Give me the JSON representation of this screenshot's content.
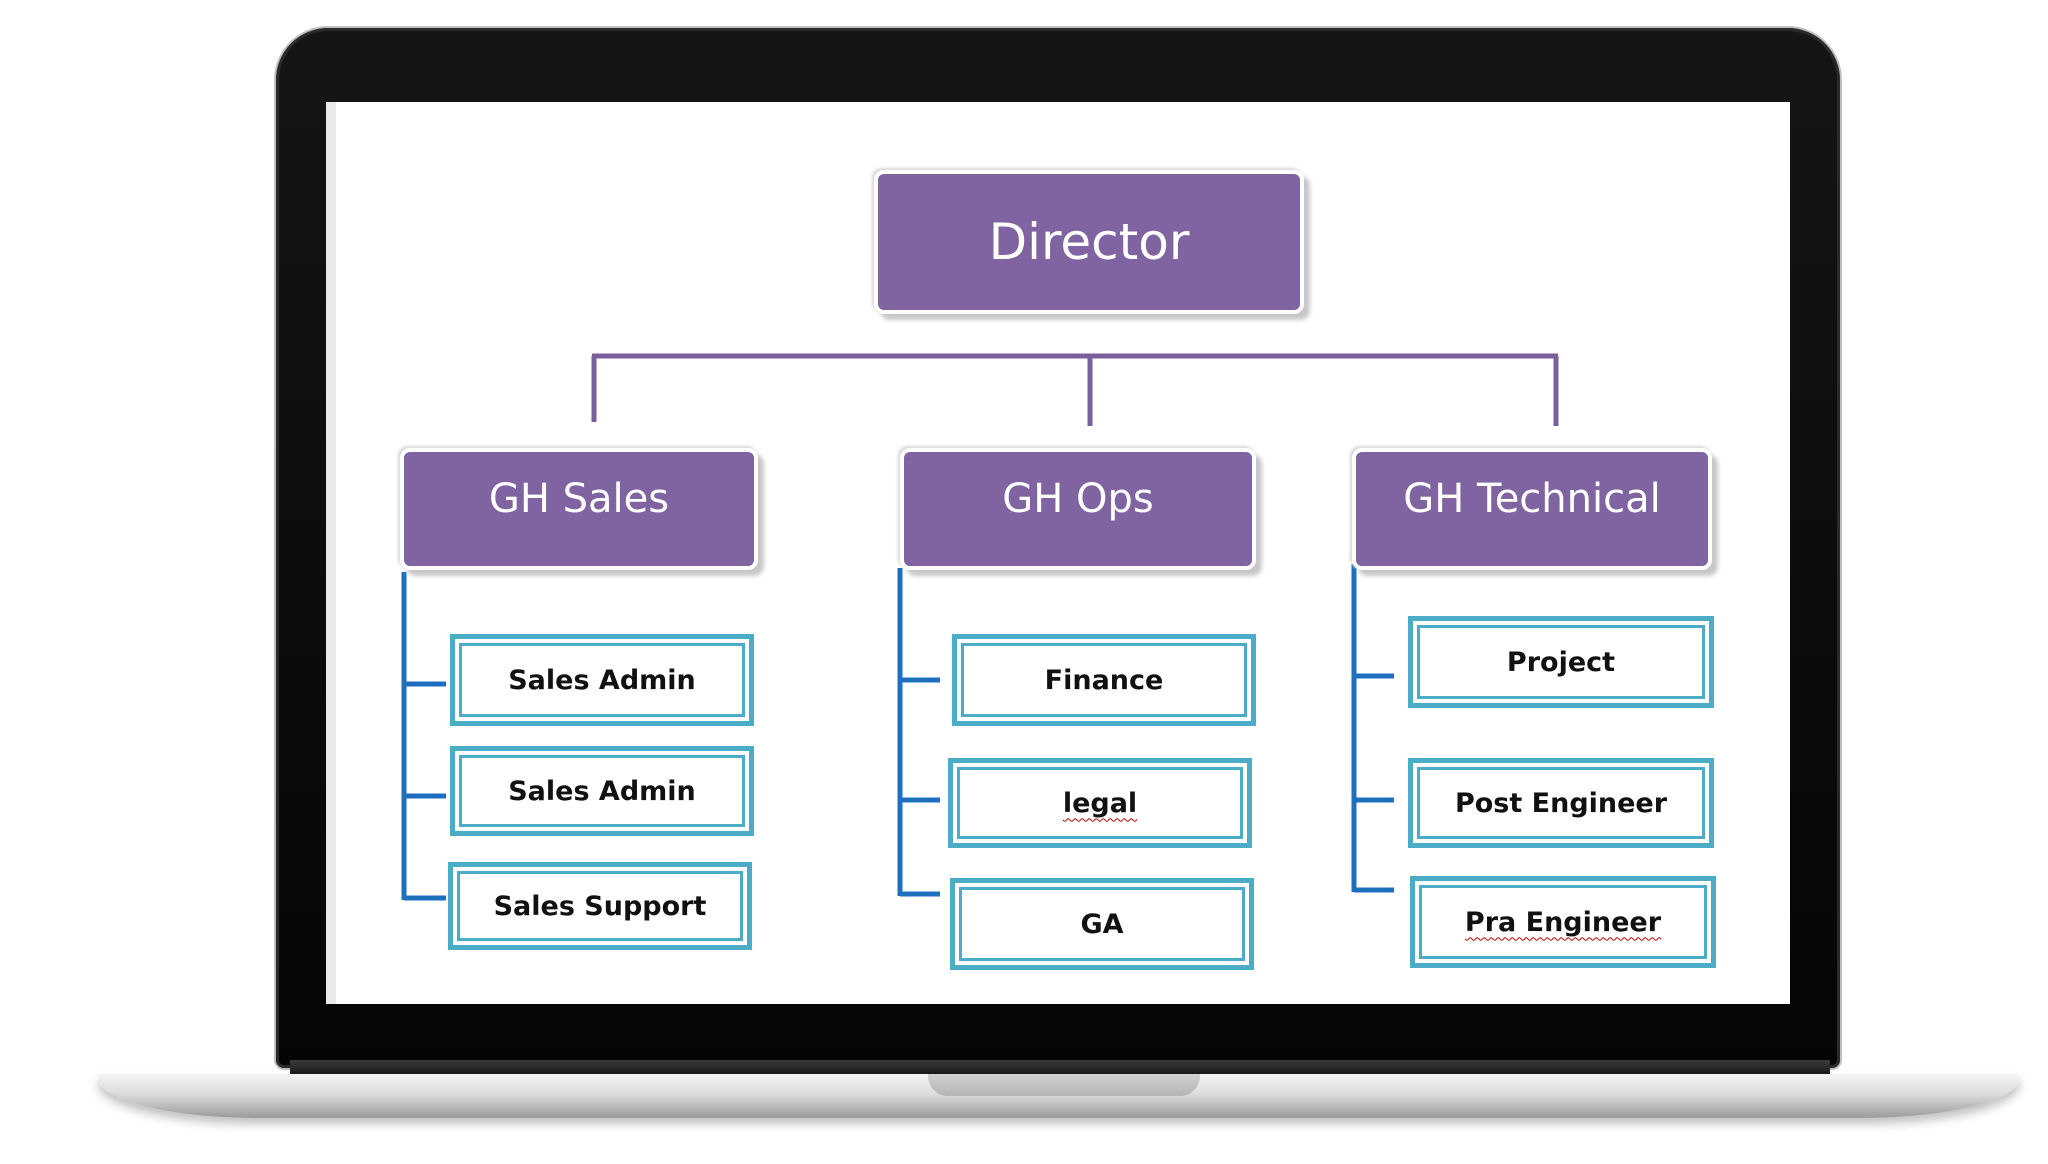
{
  "org_chart": {
    "root": {
      "label": "Director"
    },
    "departments": [
      {
        "label": "GH Sales",
        "children": [
          "Sales Admin",
          "Sales Admin",
          "Sales Support"
        ]
      },
      {
        "label": "GH Ops",
        "children": [
          "Finance",
          "legal",
          "GA"
        ]
      },
      {
        "label": "GH Technical",
        "children": [
          "Project",
          "Post Engineer",
          "Pra Engineer"
        ]
      }
    ]
  },
  "colors": {
    "head_fill": "#8064a2",
    "head_connector": "#7d5e9c",
    "child_border": "#4bacc6",
    "child_connector": "#1f6fbf",
    "spellcheck_underline": "#c00000"
  }
}
